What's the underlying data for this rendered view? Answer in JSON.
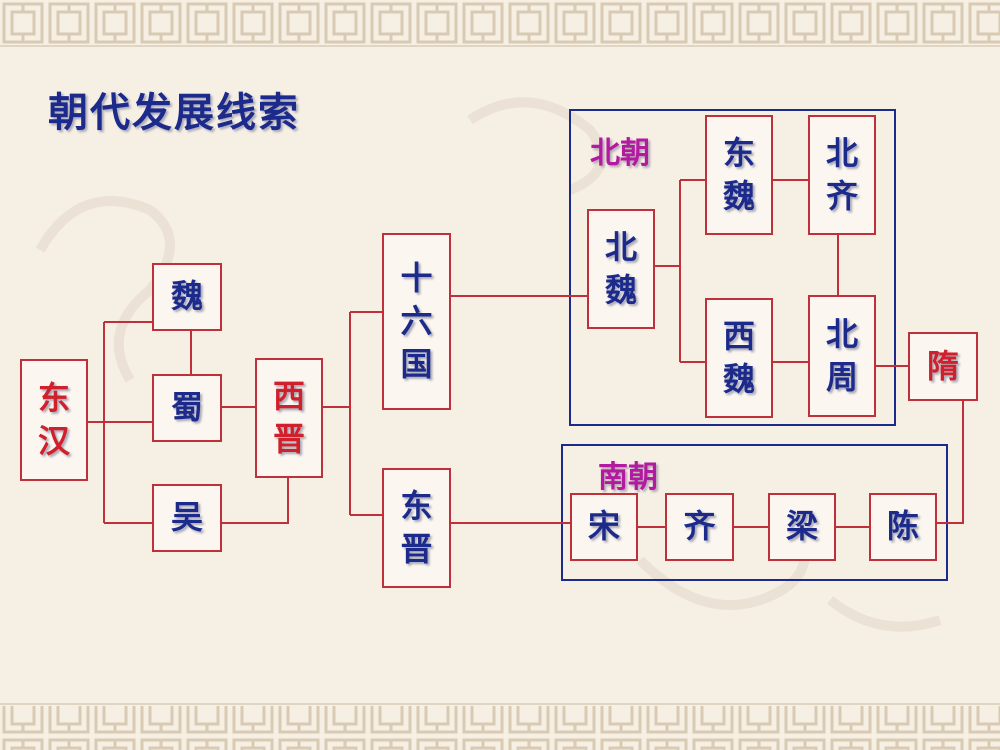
{
  "title": "朝代发展线索",
  "groups": {
    "north_label": "北朝",
    "south_label": "南朝"
  },
  "nodes": {
    "donghan": [
      "东",
      "汉"
    ],
    "wei": [
      "魏"
    ],
    "shu": [
      "蜀"
    ],
    "wu": [
      "吴"
    ],
    "xijin": [
      "西",
      "晋"
    ],
    "shiliuguo": [
      "十",
      "六",
      "国"
    ],
    "dongjin": [
      "东",
      "晋"
    ],
    "beiwei": [
      "北",
      "魏"
    ],
    "dongwei": [
      "东",
      "魏"
    ],
    "xiwei": [
      "西",
      "魏"
    ],
    "beiqi": [
      "北",
      "齐"
    ],
    "beizhou": [
      "北",
      "周"
    ],
    "sui": [
      "隋"
    ],
    "song": [
      "宋"
    ],
    "qi": [
      "齐"
    ],
    "liang": [
      "梁"
    ],
    "chen": [
      "陈"
    ]
  },
  "colors": {
    "line": "#c0303a",
    "group_border": "#1c2a8c",
    "text_blue": "#1c2a8c",
    "text_red": "#d0202c",
    "group_label": "#b21aa0"
  }
}
